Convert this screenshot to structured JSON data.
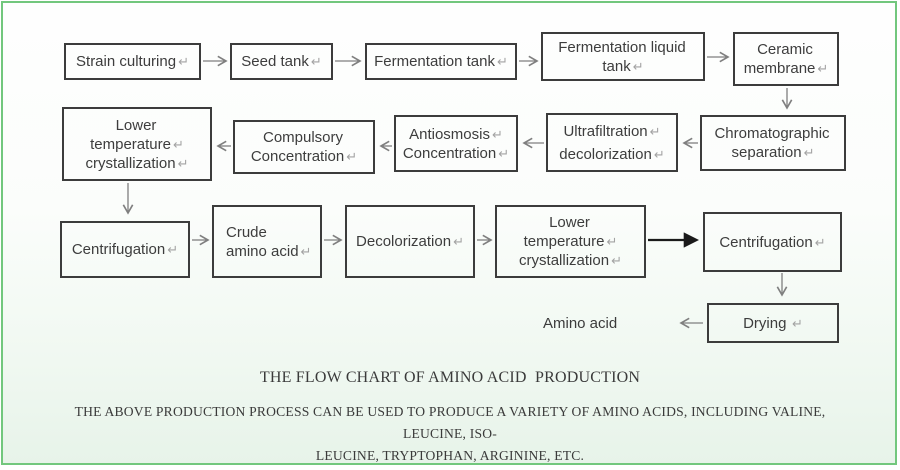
{
  "figure": {
    "caption": "THE FLOW CHART OF AMINO ACID  PRODUCTION",
    "note_line1": "THE ABOVE PRODUCTION PROCESS CAN BE USED TO PRODUCE A VARIETY OF AMINO ACIDS, INCLUDING VALINE, LEUCINE, ISO-",
    "note_line2": "LEUCINE, TRYPTOPHAN, ARGININE, ETC.",
    "end_product_label": "Amino acid"
  },
  "colors": {
    "frame_border": "#72c77d",
    "box_border": "#3c3c3c",
    "box_text": "#3d3d3d",
    "return_mark": "#a3a3a3",
    "arrow_gray": "#7f7f7f",
    "arrow_black": "#1a1a1a",
    "background_bottom_tint": "#e7f3e9"
  },
  "flowchart": {
    "nodes": [
      {
        "id": "strain-culturing",
        "lines": [
          {
            "t": "Strain culturing",
            "m": "↵"
          }
        ]
      },
      {
        "id": "seed-tank",
        "lines": [
          {
            "t": "Seed tank",
            "m": "↵"
          }
        ]
      },
      {
        "id": "fermentation-tank",
        "lines": [
          {
            "t": "Fermentation tank",
            "m": "↵"
          }
        ]
      },
      {
        "id": "fermentation-liquid-tank",
        "lines": [
          {
            "t": "Fermentation liquid"
          },
          {
            "t": "tank",
            "m": "↵"
          }
        ]
      },
      {
        "id": "ceramic-membrane",
        "lines": [
          {
            "t": "Ceramic"
          },
          {
            "t": "membrane",
            "m": "↵"
          }
        ]
      },
      {
        "id": "chromatographic-separation",
        "lines": [
          {
            "t": "Chromatographic"
          },
          {
            "t": "separation",
            "m": "↵"
          }
        ]
      },
      {
        "id": "ultrafiltration-decolorization",
        "lines": [
          {
            "t": "Ultrafiltration",
            "m": "↵"
          },
          {
            "t": "decolorization",
            "m": "↵"
          }
        ]
      },
      {
        "id": "antiosmosis-concentration",
        "lines": [
          {
            "t": "Antiosmosis",
            "m": "↵"
          },
          {
            "t": "Concentration",
            "m": "↵"
          }
        ]
      },
      {
        "id": "compulsory-concentration",
        "lines": [
          {
            "t": "Compulsory"
          },
          {
            "t": "Concentration",
            "m": "↵"
          }
        ]
      },
      {
        "id": "lower-temperature-crystallization-1",
        "lines": [
          {
            "t": "Lower"
          },
          {
            "t": "temperature",
            "m": "↵"
          },
          {
            "t": "crystallization",
            "m": "↵"
          }
        ]
      },
      {
        "id": "centrifugation-1",
        "lines": [
          {
            "t": "Centrifugation",
            "m": "↵"
          }
        ]
      },
      {
        "id": "crude-amino-acid",
        "lines": [
          {
            "t": "Crude"
          },
          {
            "t": "amino acid",
            "m": "↵"
          }
        ]
      },
      {
        "id": "decolorization",
        "lines": [
          {
            "t": "Decolorization",
            "m": "↵"
          }
        ]
      },
      {
        "id": "lower-temperature-crystallization-2",
        "lines": [
          {
            "t": "Lower"
          },
          {
            "t": "temperature",
            "m": "↵"
          },
          {
            "t": "crystallization",
            "m": "↵"
          }
        ]
      },
      {
        "id": "centrifugation-2",
        "lines": [
          {
            "t": "Centrifugation",
            "m": "↵"
          }
        ]
      },
      {
        "id": "drying",
        "lines": [
          {
            "t": "Drying",
            "m": " ↵"
          }
        ]
      }
    ],
    "edges": [
      [
        "strain-culturing",
        "seed-tank"
      ],
      [
        "seed-tank",
        "fermentation-tank"
      ],
      [
        "fermentation-tank",
        "fermentation-liquid-tank"
      ],
      [
        "fermentation-liquid-tank",
        "ceramic-membrane"
      ],
      [
        "ceramic-membrane",
        "chromatographic-separation"
      ],
      [
        "chromatographic-separation",
        "ultrafiltration-decolorization"
      ],
      [
        "ultrafiltration-decolorization",
        "antiosmosis-concentration"
      ],
      [
        "antiosmosis-concentration",
        "compulsory-concentration"
      ],
      [
        "compulsory-concentration",
        "lower-temperature-crystallization-1"
      ],
      [
        "lower-temperature-crystallization-1",
        "centrifugation-1"
      ],
      [
        "centrifugation-1",
        "crude-amino-acid"
      ],
      [
        "crude-amino-acid",
        "decolorization"
      ],
      [
        "decolorization",
        "lower-temperature-crystallization-2"
      ],
      [
        "lower-temperature-crystallization-2",
        "centrifugation-2"
      ],
      [
        "centrifugation-2",
        "drying"
      ],
      [
        "drying",
        "amino-acid"
      ]
    ]
  }
}
